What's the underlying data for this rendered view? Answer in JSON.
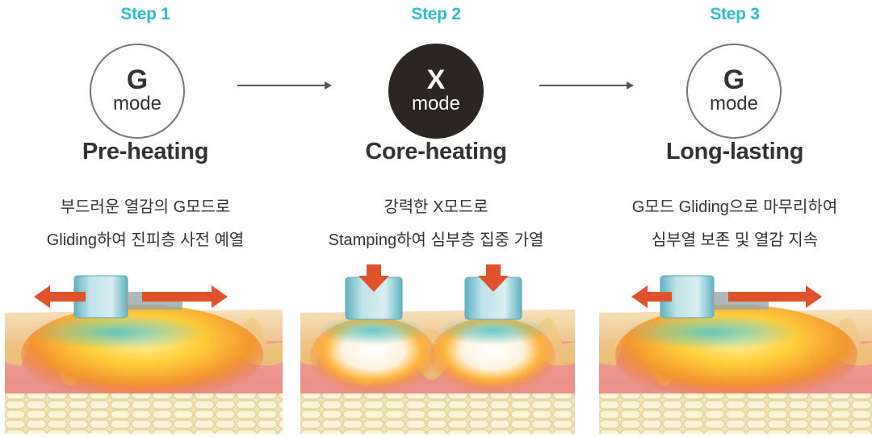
{
  "steps": [
    {
      "step_label": "Step 1",
      "mode_letter": "G",
      "mode_word": "mode",
      "title": "Pre-heating",
      "desc_line1": "부드러운 열감의 G모드로",
      "desc_line2": "Gliding하여 진피층 사전 예열"
    },
    {
      "step_label": "Step 2",
      "mode_letter": "X",
      "mode_word": "mode",
      "title": "Core-heating",
      "desc_line1": "강력한 X모드로",
      "desc_line2": "Stamping하여 심부층 집중 가열"
    },
    {
      "step_label": "Step 3",
      "mode_letter": "G",
      "mode_word": "mode",
      "title": "Long-lasting",
      "desc_line1": "G모드 Gliding으로 마무리하여",
      "desc_line2": "심부열 보존 및 열감 지속"
    }
  ],
  "colors": {
    "step_label": "#2fbcc9",
    "dark_circle": "#2b2523",
    "arrow_orange": "#e0522b",
    "device_teal": "#7fc4cf"
  }
}
